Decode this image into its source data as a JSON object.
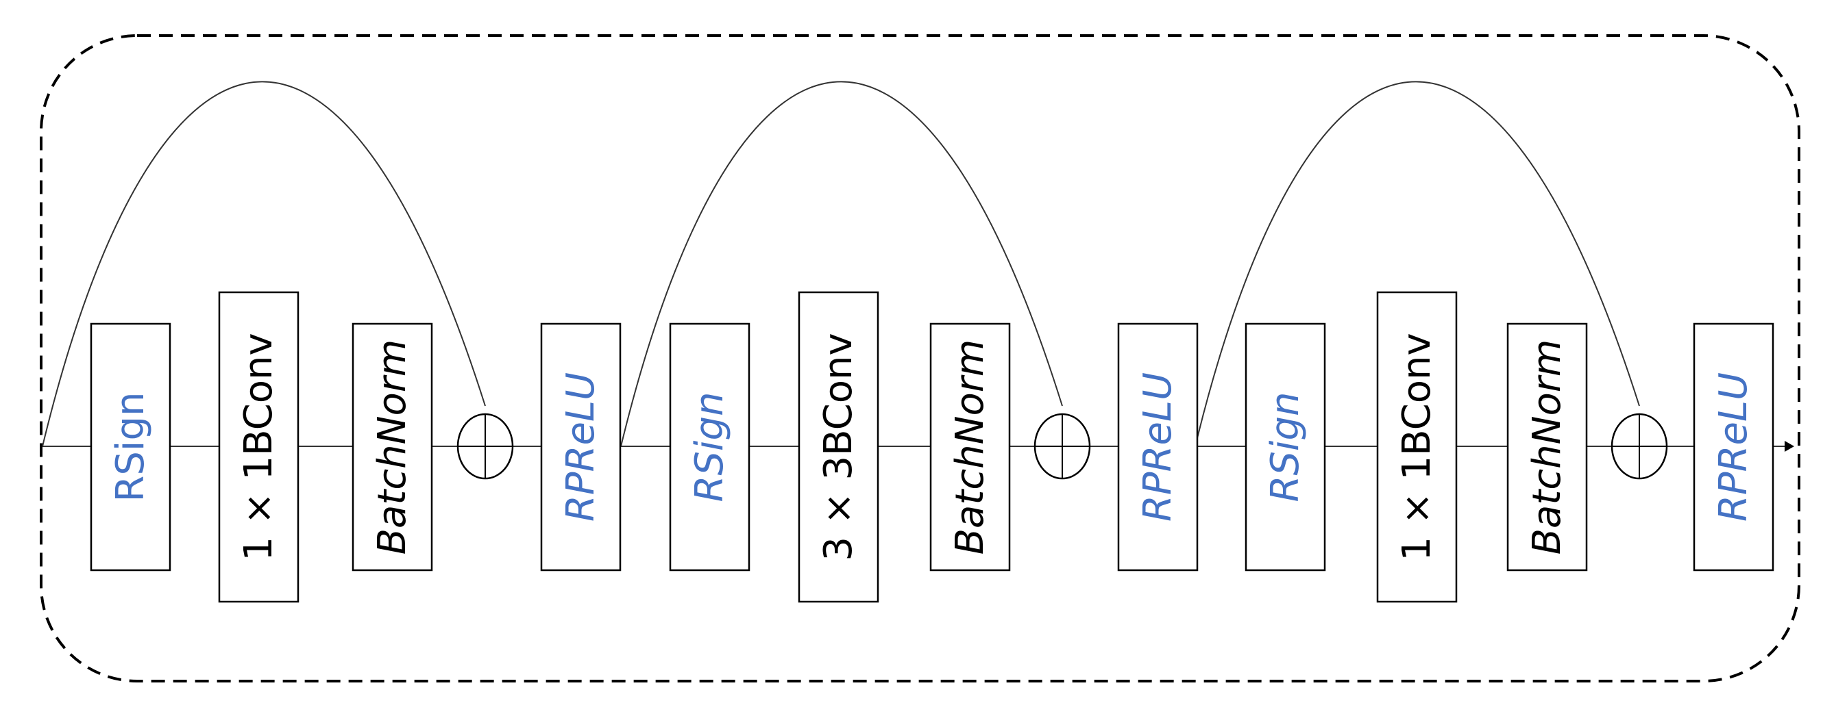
{
  "colors": {
    "blue": "#4472C4",
    "black": "#000000",
    "line": "#333333"
  },
  "blocks": [
    {
      "label": "RSign",
      "color": "blue",
      "italic": false
    },
    {
      "label": "1 × 1BConv",
      "color": "black",
      "italic": false
    },
    {
      "label": "BatchNorm",
      "color": "black",
      "italic": true
    },
    {
      "label": "RPReLU",
      "color": "blue",
      "italic": true
    },
    {
      "label": "RSign",
      "color": "blue",
      "italic": true
    },
    {
      "label": "3 × 3BConv",
      "color": "black",
      "italic": false
    },
    {
      "label": "BatchNorm",
      "color": "black",
      "italic": true
    },
    {
      "label": "RPReLU",
      "color": "blue",
      "italic": true
    },
    {
      "label": "RSign",
      "color": "blue",
      "italic": true
    },
    {
      "label": "1 × 1BConv",
      "color": "black",
      "italic": false
    },
    {
      "label": "BatchNorm",
      "color": "black",
      "italic": true
    },
    {
      "label": "RPReLU",
      "color": "blue",
      "italic": true
    }
  ],
  "adders": 3,
  "skip_connections": 3
}
